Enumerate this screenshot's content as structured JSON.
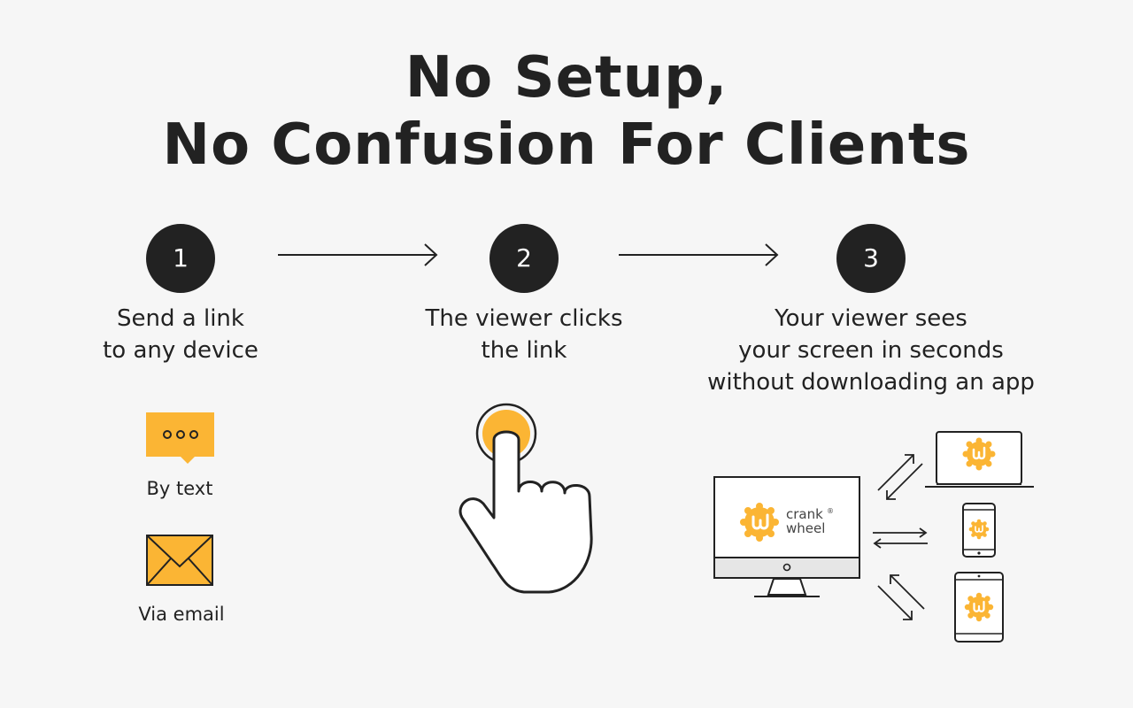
{
  "title": {
    "line1": "No Setup,",
    "line2": "No Confusion For Clients"
  },
  "steps": [
    {
      "number": "1",
      "lines": [
        "Send a link",
        "to any device"
      ]
    },
    {
      "number": "2",
      "lines": [
        "The viewer clicks",
        "the link"
      ]
    },
    {
      "number": "3",
      "lines": [
        "Your viewer sees",
        "your screen in seconds",
        "without downloading an app"
      ]
    }
  ],
  "methods": {
    "text": "By text",
    "email": "Via email"
  },
  "brand": {
    "line1": "crank",
    "line2": "wheel",
    "mark": "®"
  },
  "colors": {
    "accent": "#fbb534",
    "dark": "#222222",
    "background": "#f6f6f6"
  },
  "icons": [
    "chat-bubble-icon",
    "envelope-icon",
    "tap-hand-icon",
    "desktop-monitor-icon",
    "laptop-icon",
    "phone-icon",
    "tablet-icon",
    "crankwheel-logo-icon"
  ]
}
